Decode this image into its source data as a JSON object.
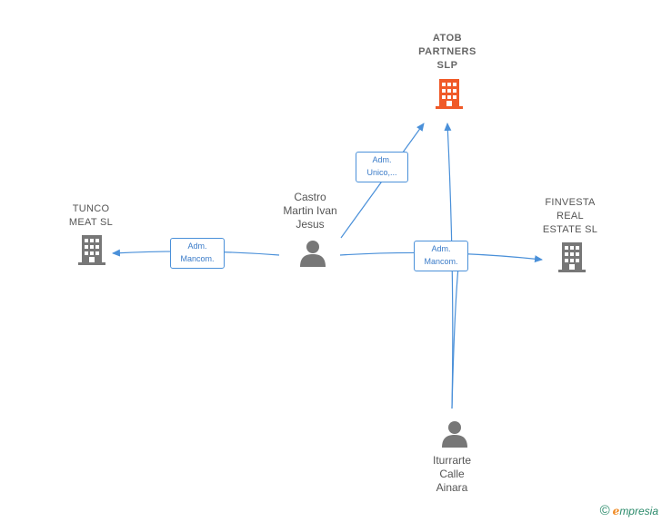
{
  "nodes": {
    "atob": {
      "label": "ATOB\nPARTNERS\nSLP",
      "icon": "building-icon",
      "color": "#f05a28"
    },
    "tunco": {
      "label": "TUNCO\nMEAT  SL",
      "icon": "building-icon",
      "color": "#777777"
    },
    "finvesta": {
      "label": "FINVESTA\nREAL\nESTATE  SL",
      "icon": "building-icon",
      "color": "#777777"
    },
    "castro": {
      "label": "Castro\nMartin Ivan\nJesus",
      "icon": "person-icon",
      "color": "#777777"
    },
    "iturrarte": {
      "label": "Iturrarte\nCalle\nAinara",
      "icon": "person-icon",
      "color": "#777777"
    }
  },
  "edges": {
    "castro_atob": "Adm.\nUnico,...",
    "castro_tunco": "Adm.\nMancom.",
    "to_finvesta": "Adm.\nMancom."
  },
  "colors": {
    "edge": "#4a90d9"
  },
  "footer": {
    "copyright": "©",
    "brand_e": "e",
    "brand": "mpresia"
  }
}
